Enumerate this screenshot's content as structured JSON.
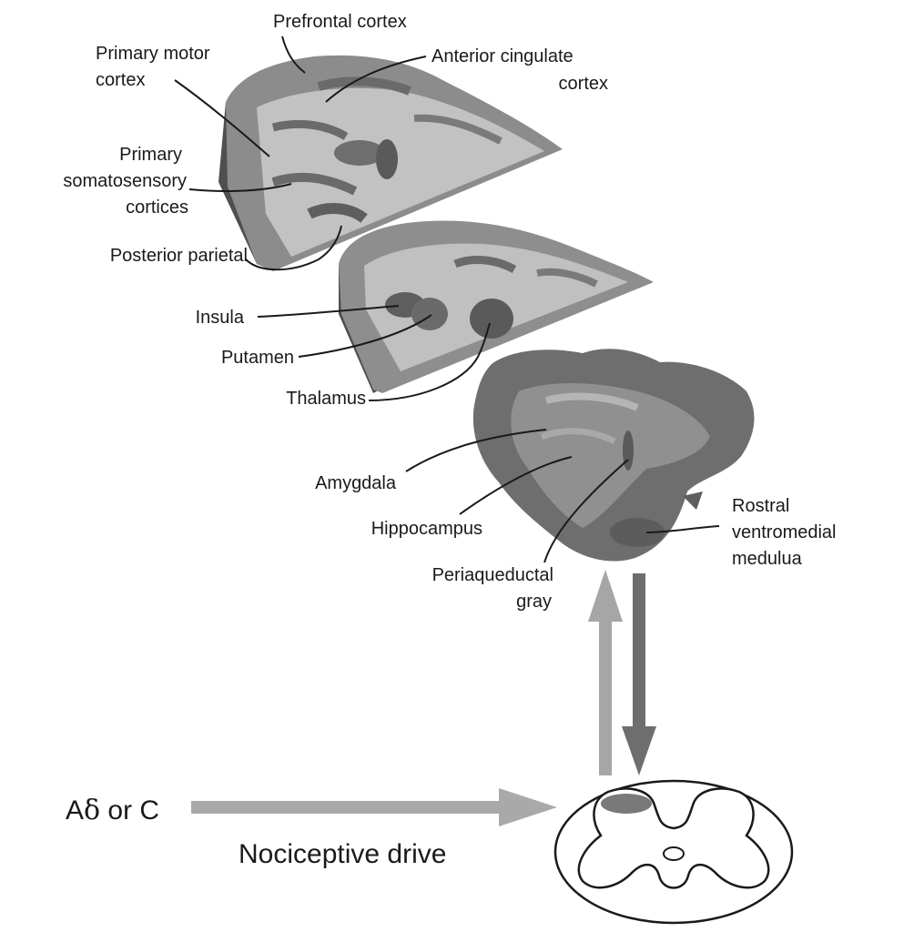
{
  "labels": {
    "prefrontal_cortex": "Prefrontal cortex",
    "primary_motor_1": "Primary motor",
    "primary_motor_2": "cortex",
    "anterior_cingulate_1": "Anterior cingulate",
    "anterior_cingulate_2": "cortex",
    "somatosensory_1": "Primary",
    "somatosensory_2": "somatosensory",
    "somatosensory_3": "cortices",
    "posterior_parietal": "Posterior parietal",
    "insula": "Insula",
    "putamen": "Putamen",
    "thalamus": "Thalamus",
    "amygdala": "Amygdala",
    "hippocampus": "Hippocampus",
    "pag_1": "Periaqueductal",
    "pag_2": "gray",
    "rvm_1": "Rostral",
    "rvm_2": "ventromedial",
    "rvm_3": "medulua"
  },
  "input": {
    "fiber_prefix": "A",
    "fiber_delta": "δ",
    "fiber_suffix": " or C",
    "drive": "Nociceptive drive"
  },
  "colors": {
    "ascending_arrow": "#a6a6a6",
    "descending_arrow": "#6e6e6e",
    "input_arrow": "#a9a9a9",
    "dorsal_horn_spot": "#707070",
    "tissue_dark": "#5e5e5e",
    "tissue_mid": "#8a8a8a",
    "tissue_light": "#c4c4c4"
  }
}
